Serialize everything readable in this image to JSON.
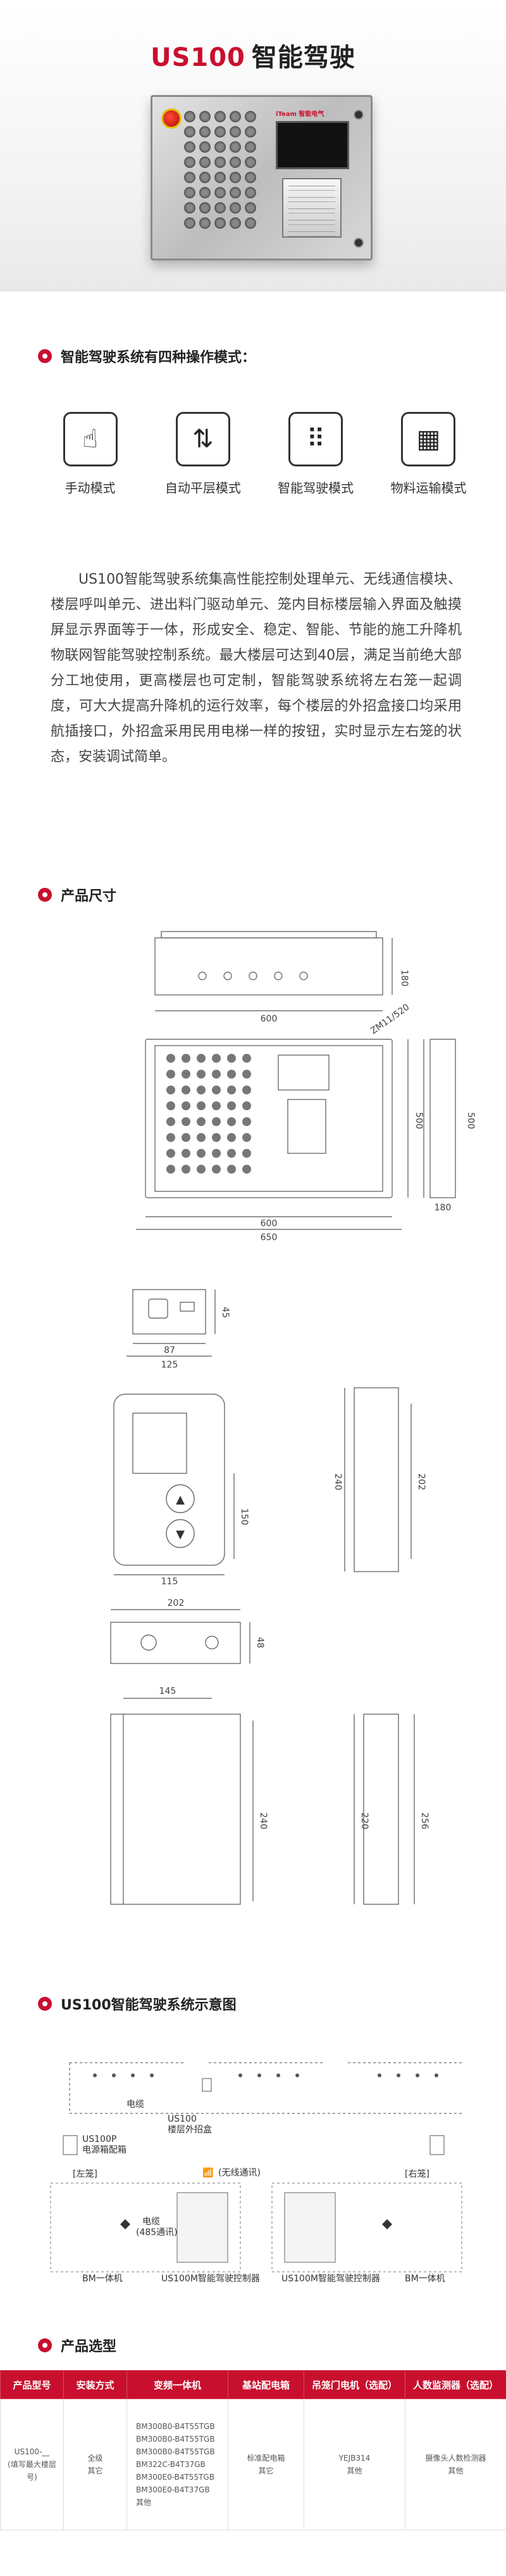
{
  "header": {
    "model": "US100",
    "product": "智能驾驶"
  },
  "panel": {
    "brand_label": "iTeam 智能电气"
  },
  "modes_section": {
    "title": "智能驾驶系统有四种操作模式："
  },
  "modes": [
    {
      "label": "手动模式",
      "icon": "person-pointing-icon",
      "glyph": "☝"
    },
    {
      "label": "自动平层模式",
      "icon": "elevator-up-down-icon",
      "glyph": "⇅"
    },
    {
      "label": "智能驾驶模式",
      "icon": "keypad-chip-icon",
      "glyph": "⠿"
    },
    {
      "label": "物料运输模式",
      "icon": "cargo-crate-icon",
      "glyph": "▦"
    }
  ],
  "description": "US100智能驾驶系统集高性能控制处理单元、无线通信模块、楼层呼叫单元、进出料门驱动单元、笼内目标楼层输入界面及触摸屏显示界面等于一体，形成安全、稳定、智能、节能的施工升降机物联网智能驾驶控制系统。最大楼层可达到40层，满足当前绝大部分工地使用，更高楼层也可定制，智能驾驶系统将左右笼一起调度，可大大提高升降机的运行效率，每个楼层的外招盒接口均采用航插接口，外招盒采用民用电梯一样的按钮，实时显示左右笼的状态，安装调试简单。",
  "dimensions_section": {
    "title": "产品尺寸"
  },
  "drawing1": {
    "top_width": "600",
    "top_height": "180",
    "front_width": "600",
    "front_outer_width": "650",
    "front_height": "500",
    "side_depth": "180",
    "side_height": "500",
    "angle_label": "ZM11/520"
  },
  "drawing2": {
    "top_width": "87",
    "top_outer_width": "125",
    "top_height": "45",
    "front_inner": "150",
    "front_width": "115",
    "front_height": "240",
    "side_height": "202"
  },
  "drawing3": {
    "top_width": "202",
    "top_height": "48",
    "front_width": "145",
    "front_height": "240",
    "side_inner": "220",
    "side_outer": "256"
  },
  "schematic_section": {
    "title": "US100智能驾驶系统示意图"
  },
  "schematic": {
    "cable_label": "电缆",
    "module_label": "US100",
    "module_sub": "楼层外招盒",
    "power_label": "US100P",
    "power_sub": "电源箱配箱",
    "left_cage": "[左笼]",
    "right_cage": "[右笼]",
    "wireless_label": "(无线通讯)",
    "bm_left": "BM一体机",
    "bm_right": "BM一体机",
    "controller_left": "US100M智能驾驶控制器",
    "controller_right": "US100M智能驾驶控制器",
    "inner_cable": "电缆",
    "inner_cable_sub": "(485通讯)"
  },
  "selection_section": {
    "title": "产品选型"
  },
  "table": {
    "headers": [
      "产品型号",
      "安装方式",
      "变频一体机",
      "基站配电箱",
      "吊笼门电机（选配）",
      "人数监测器（选配）"
    ],
    "row": {
      "model": "US100-__",
      "model_sub": "(填写最大楼层号)",
      "install": "全级",
      "install_sub": "其它",
      "inverters": [
        "BM300B0-B4T55TGB",
        "BM300B0-B4T55TGB",
        "BM300B0-B4T55TGB",
        "BM322C-B4T37GB",
        "BM300E0-B4T55TGB",
        "BM300E0-B4T37GB",
        "其他"
      ],
      "distribution": "标准配电箱",
      "distribution_sub": "其它",
      "motor": "YEJB314",
      "motor_sub": "其他",
      "monitor": "摄像头人数检测器",
      "monitor_sub": "其他"
    }
  }
}
